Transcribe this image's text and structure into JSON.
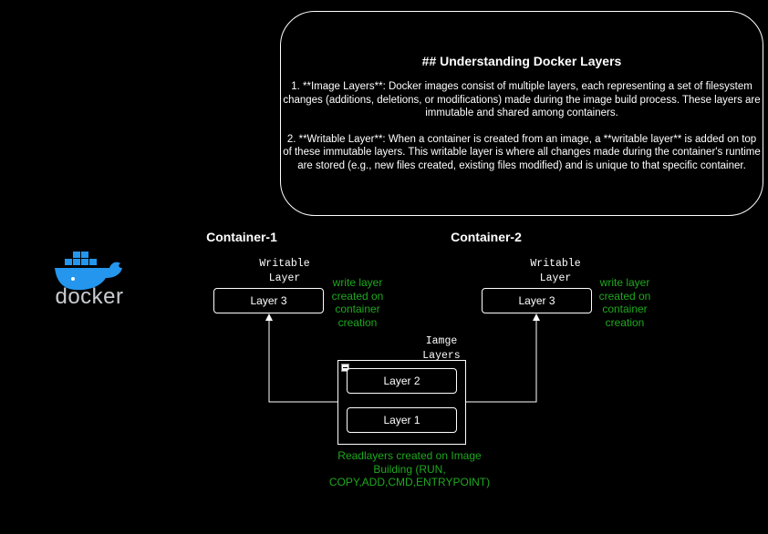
{
  "note": {
    "title": "## Understanding Docker Layers",
    "point1": "1. **Image Layers**: Docker images consist of multiple layers, each representing a set of filesystem changes (additions, deletions, or modifications) made during the image build process. These layers are immutable and shared among containers.",
    "point2": "2. **Writable Layer**: When a container is created from an image, a **writable layer** is added on top of these immutable layers. This writable layer is where all changes made during the container's runtime are stored (e.g., new files created, existing files modified) and is unique to that specific container."
  },
  "logo": {
    "text": "docker",
    "icon": "docker-whale-icon"
  },
  "containers": [
    {
      "title": "Container-1",
      "writable_label": "Writable Layer",
      "layer": "Layer 3",
      "note": "write layer created on container creation"
    },
    {
      "title": "Container-2",
      "writable_label": "Writable Layer",
      "layer": "Layer 3",
      "note": "write layer created on container creation"
    }
  ],
  "image": {
    "label": "Iamge Layers",
    "layers": [
      "Layer 2",
      "Layer 1"
    ],
    "note": "Readlayers created on Image Building (RUN, COPY,ADD,CMD,ENTRYPOINT)"
  },
  "colors": {
    "background": "#000000",
    "foreground": "#ffffff",
    "annotation": "#1ea81e",
    "whale": "#2496ed"
  }
}
